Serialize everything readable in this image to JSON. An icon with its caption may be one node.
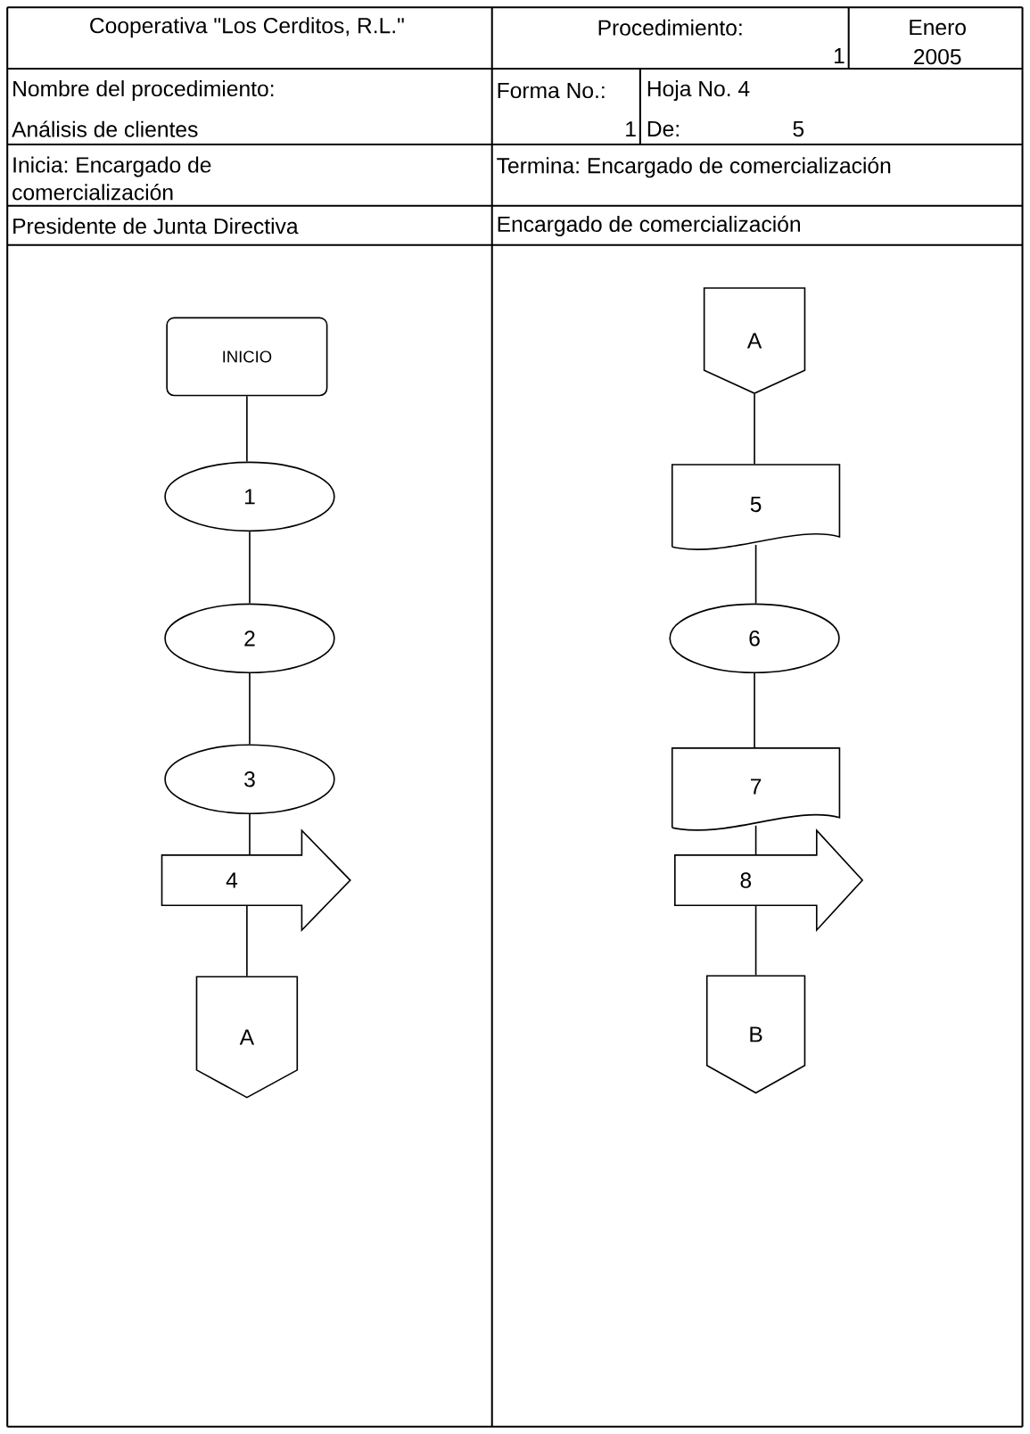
{
  "diagram": {
    "nodes": [
      {
        "text": [
          "INICIO"
        ]
      },
      {
        "text": [
          "1"
        ]
      },
      {
        "text": [
          "2"
        ]
      },
      {
        "text": [
          "3"
        ]
      },
      {
        "text": [
          "4"
        ]
      },
      {
        "text": [
          "A"
        ]
      },
      {
        "text": [
          "A"
        ]
      },
      {
        "text": [
          "5"
        ]
      },
      {
        "text": [
          "6"
        ]
      },
      {
        "text": [
          "7"
        ]
      },
      {
        "text": [
          "8"
        ]
      },
      {
        "text": [
          "B"
        ]
      }
    ],
    "edges": [
      {
        "from": 0,
        "to": 1,
        "arrow": "none"
      },
      {
        "from": 1,
        "to": 2,
        "arrow": "none"
      },
      {
        "from": 2,
        "to": 3,
        "arrow": "none"
      },
      {
        "from": 3,
        "to": 4,
        "arrow": "none"
      },
      {
        "from": 4,
        "to": 5,
        "arrow": "none"
      },
      {
        "from": 6,
        "to": 7,
        "arrow": "none"
      },
      {
        "from": 7,
        "to": 8,
        "arrow": "none"
      },
      {
        "from": 8,
        "to": 9,
        "arrow": "none"
      },
      {
        "from": 9,
        "to": 10,
        "arrow": "none"
      },
      {
        "from": 10,
        "to": 11,
        "arrow": "none"
      }
    ],
    "labels": [
      "Cooperativa \"Los Cerditos, R.L.\"",
      "Procedimiento:",
      "1",
      "Enero",
      "2005",
      "Nombre del procedimiento:",
      "Análisis de clientes",
      "Forma No.:",
      "1",
      "Hoja No. 4",
      "De:",
      "5",
      "Inicia: Encargado de comercialización",
      "Termina: Encargado de comercialización",
      "Presidente de Junta Directiva",
      "Encargado de comercialización"
    ]
  }
}
